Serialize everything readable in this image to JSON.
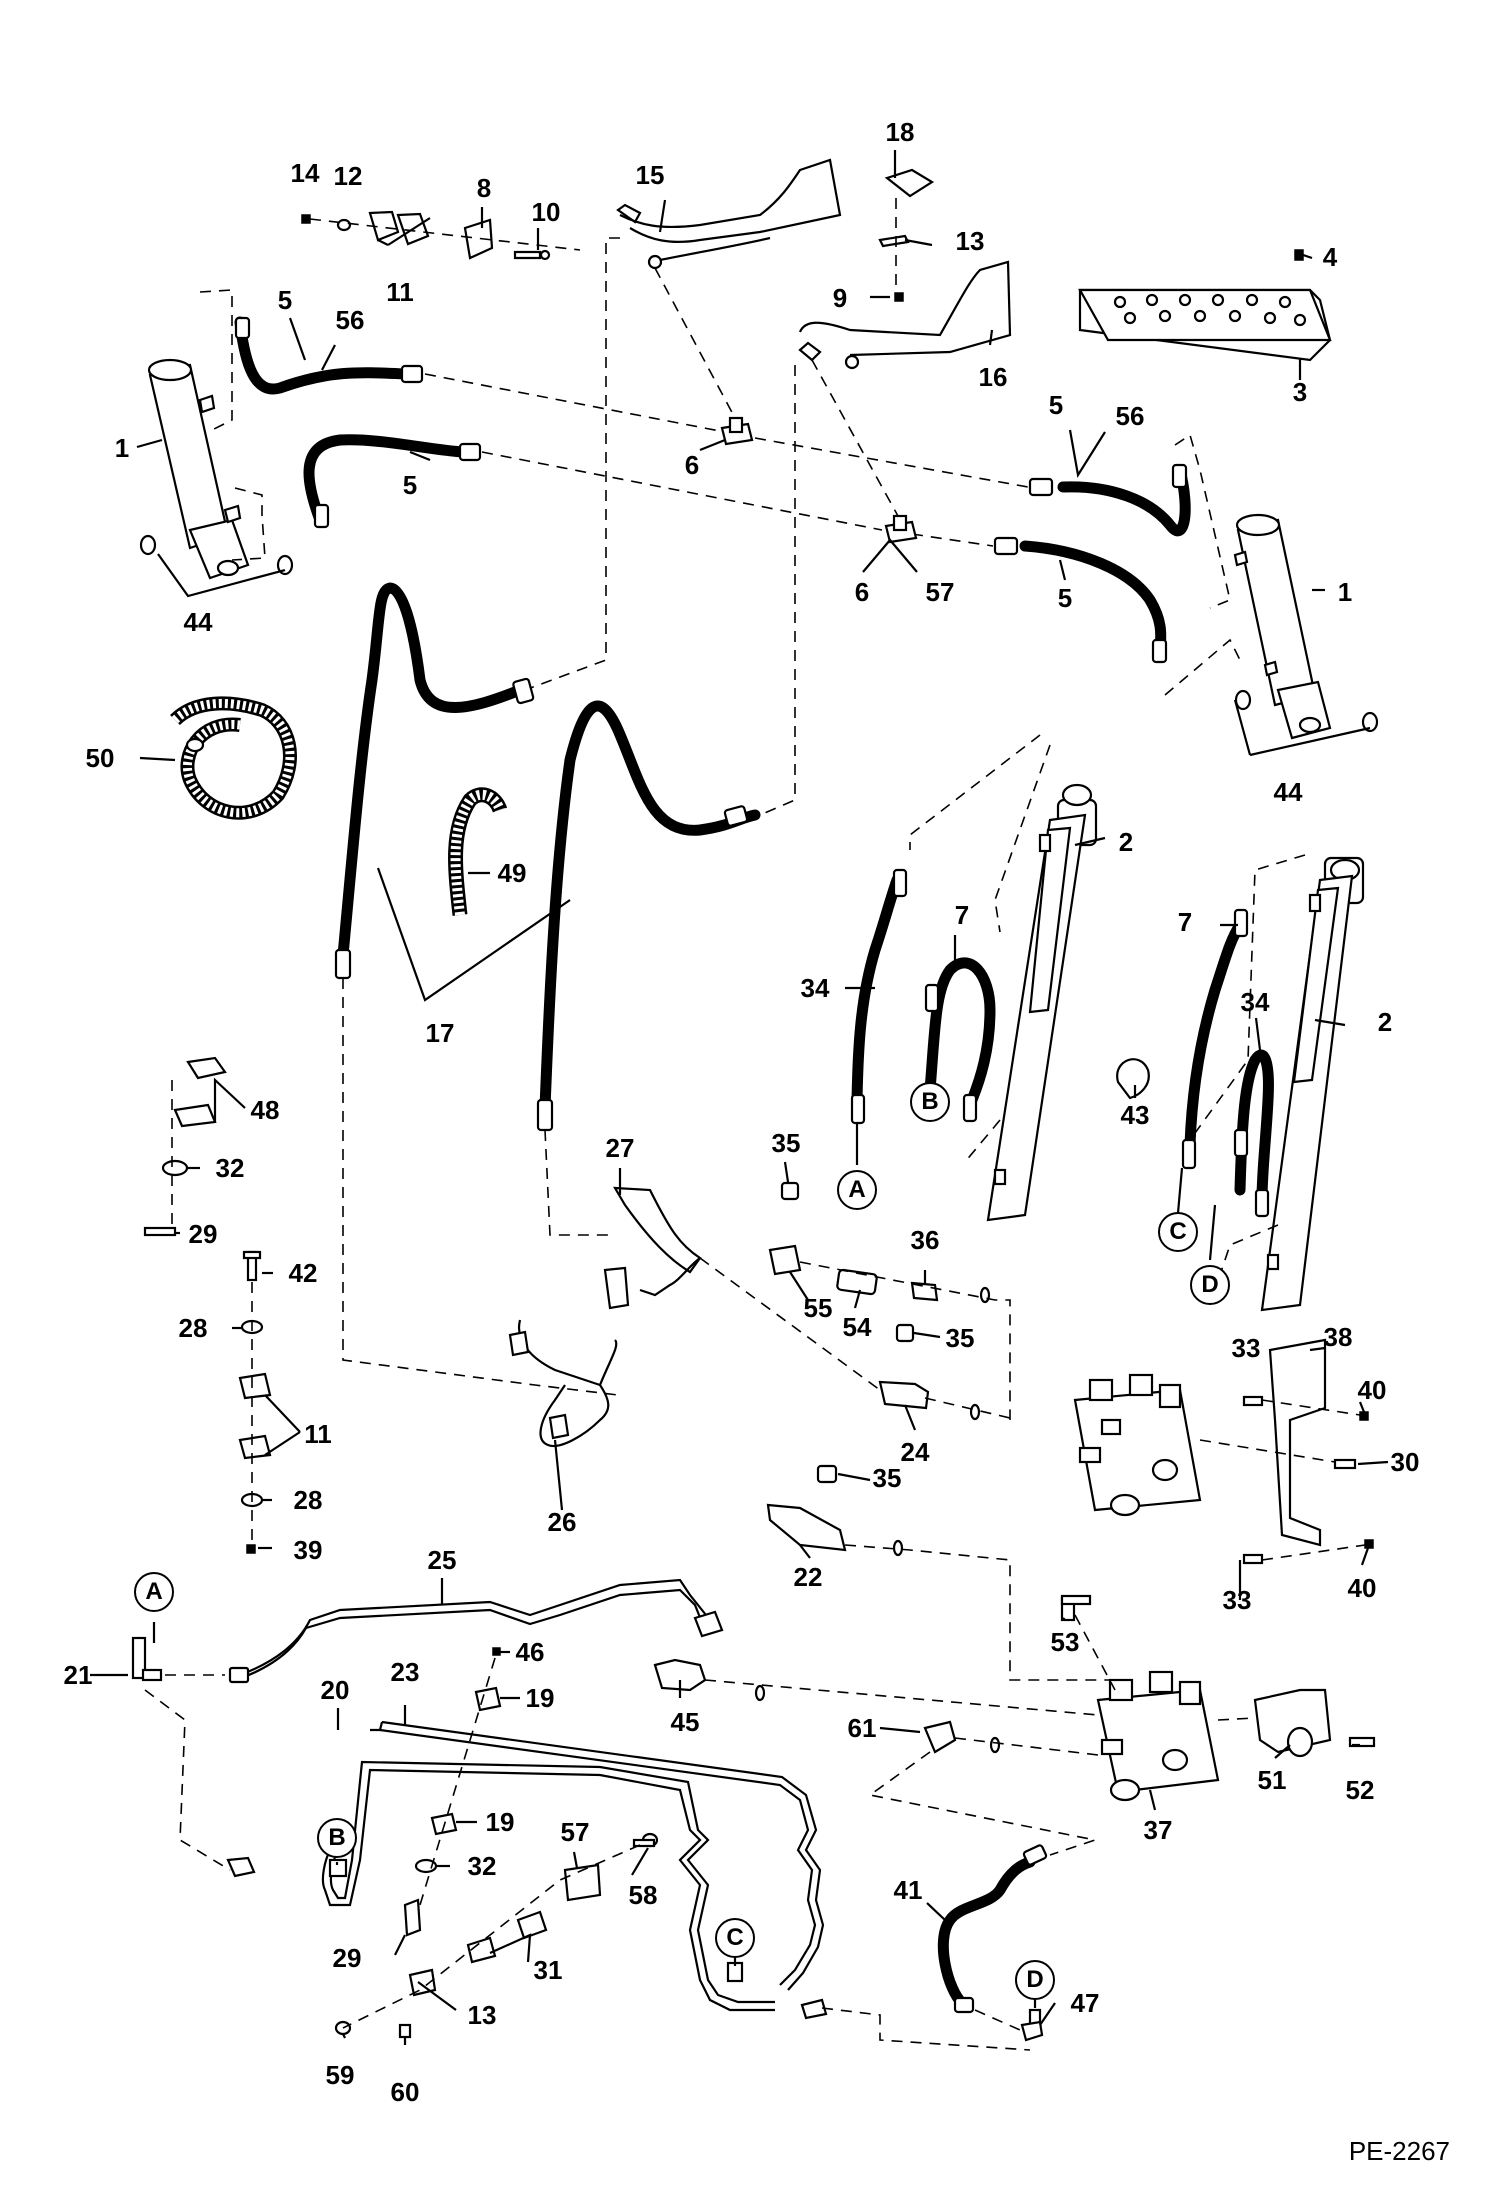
{
  "drawing_number": "PE-2267",
  "connection_labels": [
    {
      "letter": "A",
      "ref": "A-upper"
    },
    {
      "letter": "B",
      "ref": "B-upper"
    },
    {
      "letter": "C",
      "ref": "C-upper"
    },
    {
      "letter": "D",
      "ref": "D-upper"
    },
    {
      "letter": "A",
      "ref": "A-lower"
    },
    {
      "letter": "B",
      "ref": "B-lower"
    },
    {
      "letter": "C",
      "ref": "C-lower"
    },
    {
      "letter": "D",
      "ref": "D-lower"
    }
  ],
  "callouts": [
    "1",
    "44",
    "5",
    "56",
    "5",
    "14",
    "12",
    "11",
    "8",
    "10",
    "15",
    "6",
    "18",
    "13",
    "9",
    "16",
    "4",
    "3",
    "5",
    "56",
    "6",
    "57",
    "5",
    "1",
    "44",
    "50",
    "49",
    "17",
    "2",
    "7",
    "34",
    "43",
    "7",
    "34",
    "2",
    "48",
    "32",
    "29",
    "42",
    "28",
    "11",
    "28",
    "39",
    "27",
    "35",
    "55",
    "54",
    "36",
    "35",
    "24",
    "26",
    "35",
    "22",
    "33",
    "38",
    "40",
    "30",
    "33",
    "40",
    "25",
    "53",
    "21",
    "46",
    "19",
    "45",
    "20",
    "23",
    "61",
    "51",
    "52",
    "37",
    "19",
    "32",
    "57",
    "58",
    "29",
    "31",
    "13",
    "41",
    "47",
    "59",
    "60"
  ]
}
